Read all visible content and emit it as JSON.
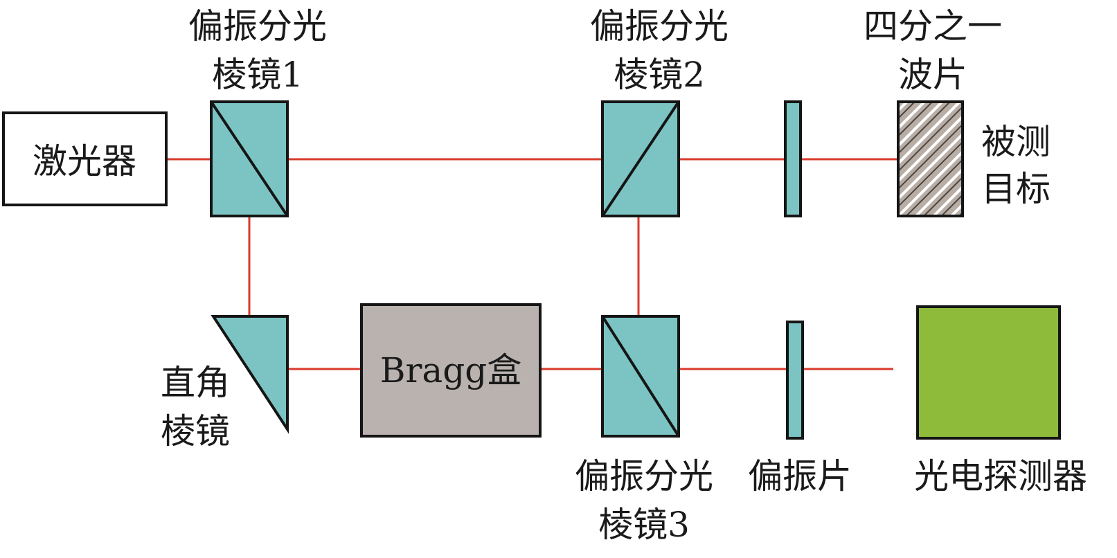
{
  "colors": {
    "beam": "#d93a2b",
    "optic": "#7cc4c3",
    "bragg_cell": "#b9b2ae",
    "detector": "#8fbb3a",
    "target": "#b8aea6"
  },
  "components": {
    "laser": {
      "label": "激光器"
    },
    "pbs1": {
      "label_line1": "偏振分光",
      "label_line2": "棱镜1"
    },
    "pbs2": {
      "label_line1": "偏振分光",
      "label_line2": "棱镜2"
    },
    "pbs3": {
      "label_line1": "偏振分光",
      "label_line2": "棱镜3"
    },
    "quarter_wave_plate": {
      "label_line1": "四分之一",
      "label_line2": "波片"
    },
    "target": {
      "label_line1": "被测",
      "label_line2": "目标"
    },
    "right_angle_prism": {
      "label_line1": "直角",
      "label_line2": "棱镜"
    },
    "bragg_cell": {
      "label": "Bragg盒"
    },
    "polarizer": {
      "label": "偏振片"
    },
    "photodetector": {
      "label": "光电探测器"
    }
  }
}
